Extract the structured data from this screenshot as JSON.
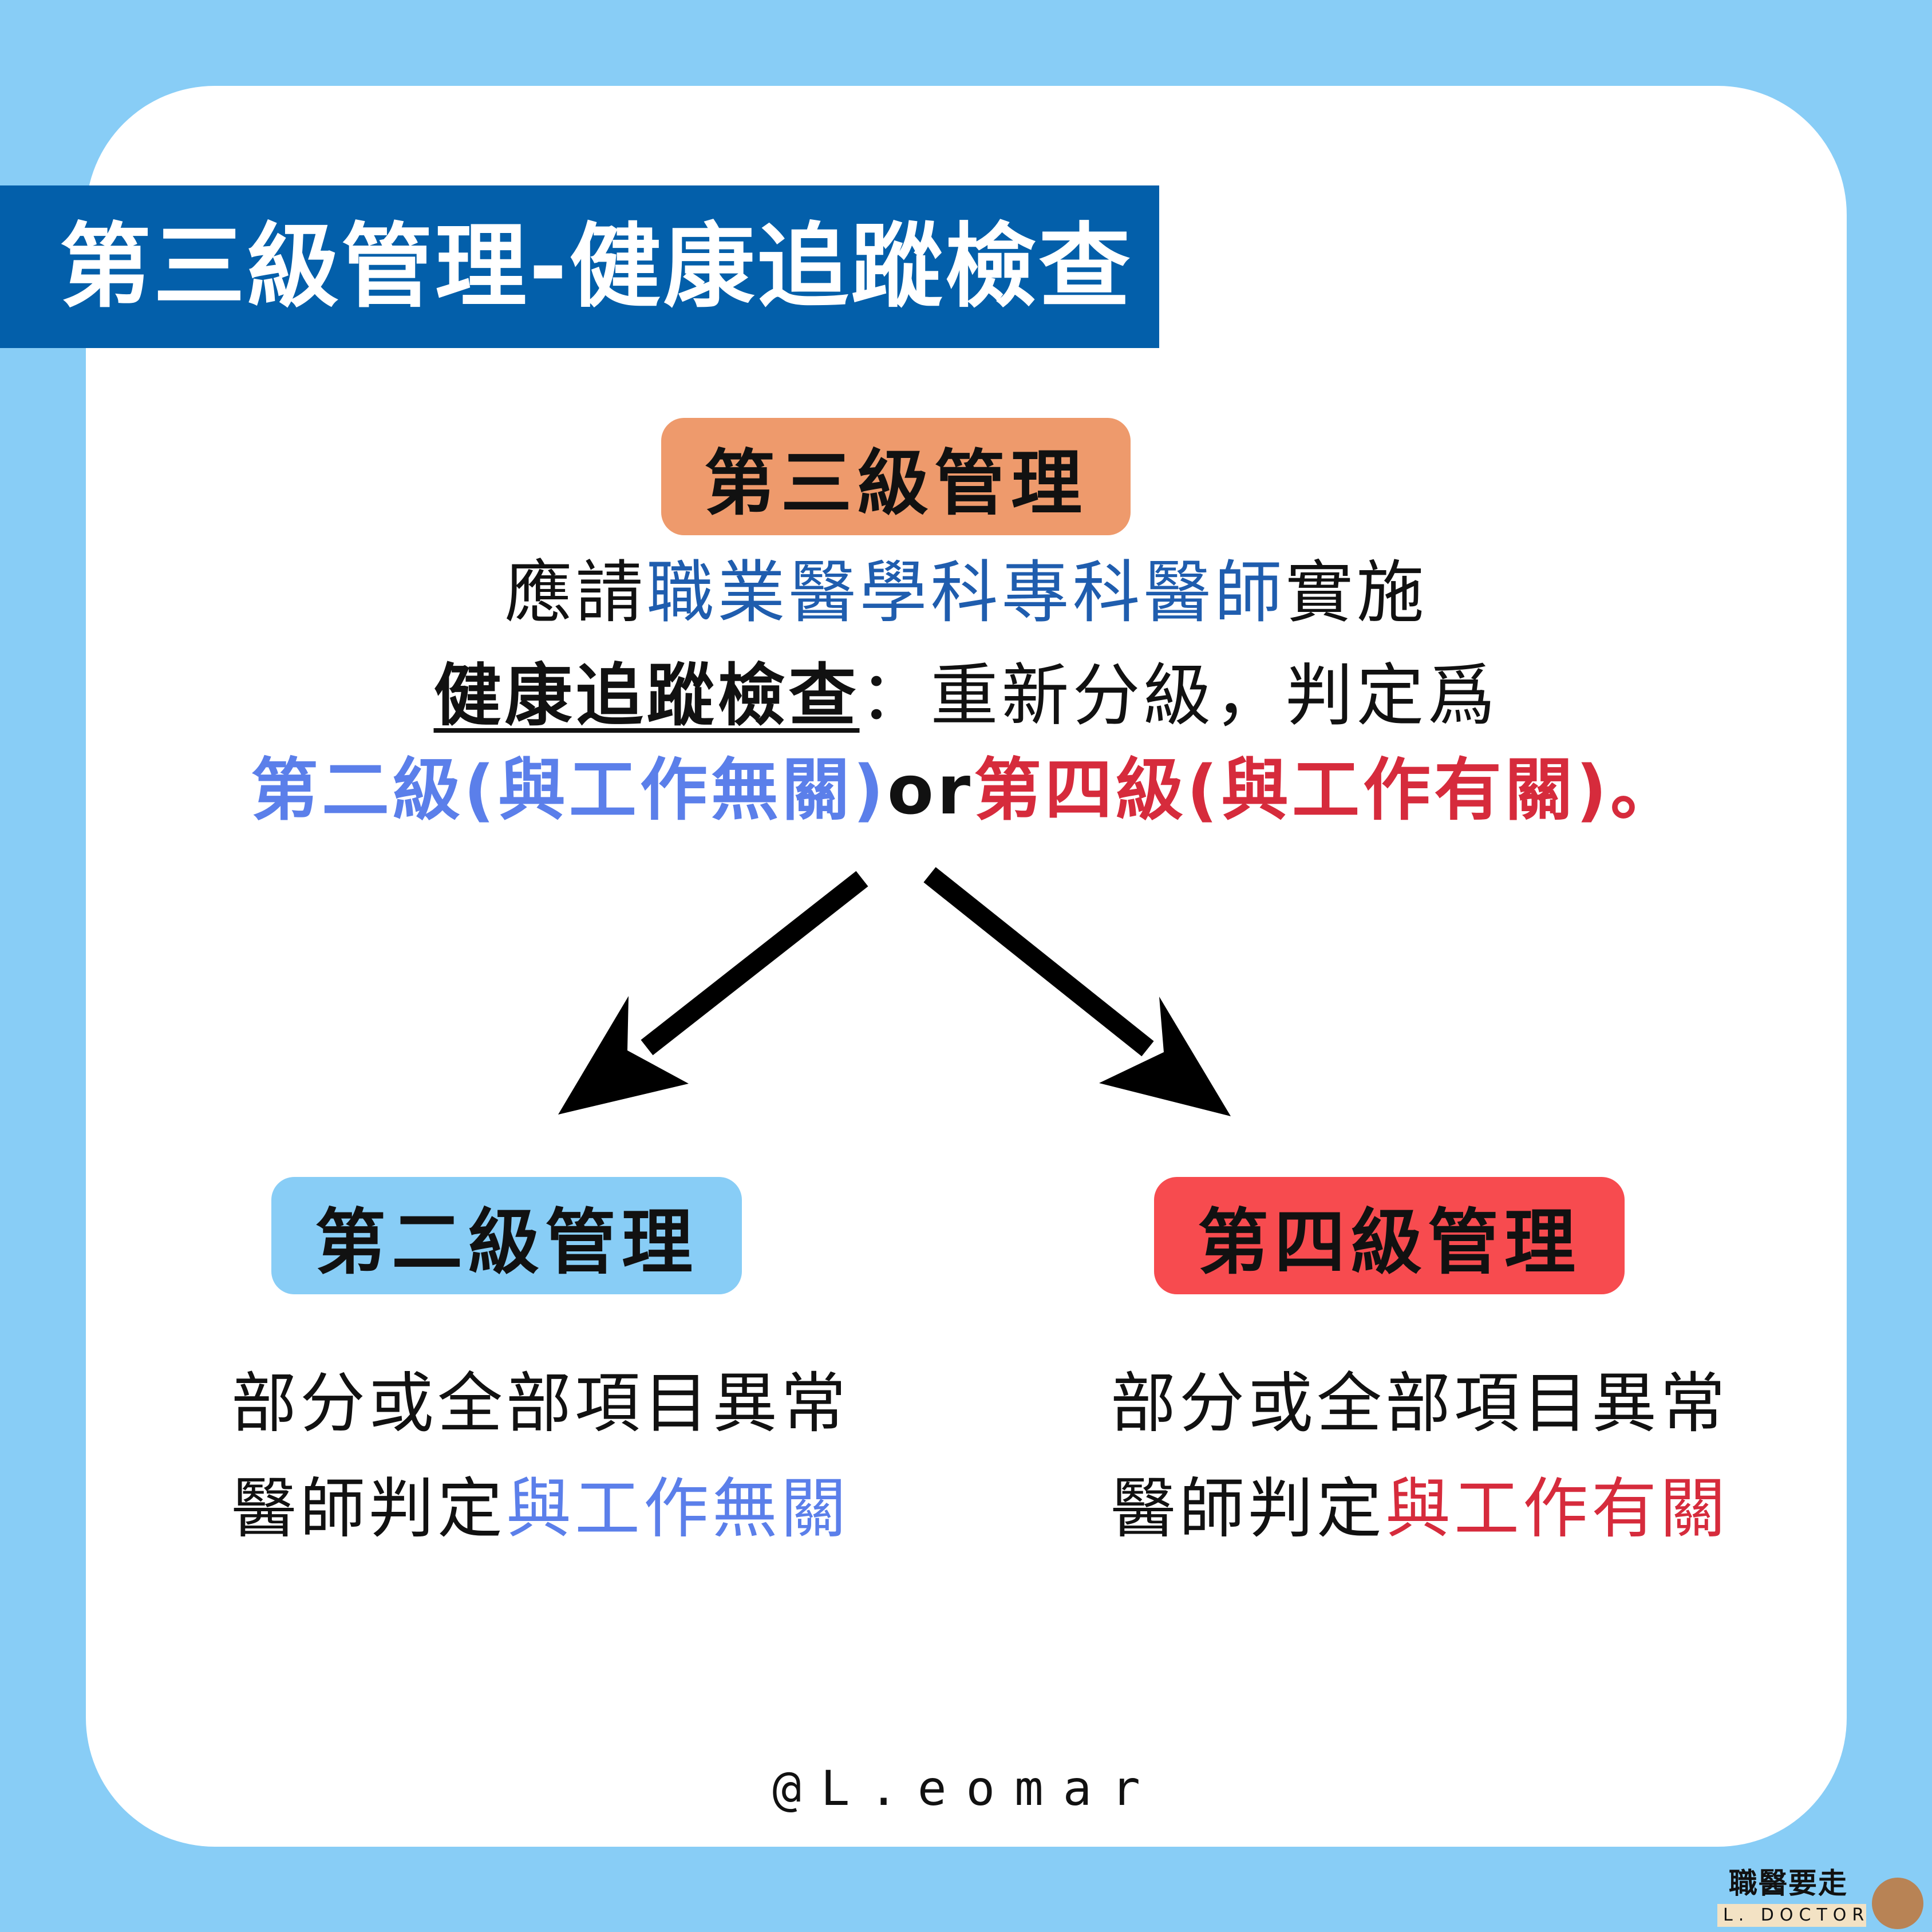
{
  "header": {
    "title": "第三級管理-健康追蹤檢查"
  },
  "top_box": {
    "label": "第三級管理"
  },
  "description": {
    "line1": {
      "before": "應請",
      "highlight": "職業醫學科專科醫師",
      "after": "實施"
    },
    "line2": {
      "underlined": "健康追蹤檢查",
      "after": "：重新分級，判定爲"
    },
    "line3": {
      "option_a": "第二級(與工作無關)",
      "connector": "or",
      "option_b": "第四級(與工作有關)",
      "end": "。"
    }
  },
  "left_branch": {
    "label": "第二級管理",
    "text1": "部分或全部項目異常",
    "text2_prefix": "醫師判定",
    "text2_highlight": "與工作無關"
  },
  "right_branch": {
    "label": "第四級管理",
    "text1": "部分或全部項目異常",
    "text2_prefix": "醫師判定",
    "text2_highlight": "與工作有關"
  },
  "footer": {
    "handle": "@L.eomar"
  },
  "logo": {
    "name": "職醫要走",
    "subtitle": "L. DOCTOR"
  },
  "colors": {
    "background": "#88CDF6",
    "banner": "#035FAA",
    "top_box": "#EE9A6C",
    "left_box": "#88CDF6",
    "right_box": "#F74B4F",
    "blue_text": "#5B7FEA",
    "red_text": "#D62B3C",
    "doctor_text": "#1F5DAE"
  }
}
